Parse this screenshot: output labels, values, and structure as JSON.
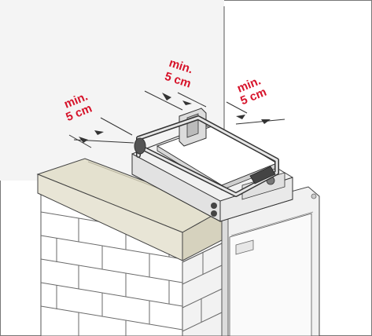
{
  "labels": {
    "clearance_left": {
      "line1": "min.",
      "line2": "5 cm"
    },
    "clearance_back": {
      "line1": "min.",
      "line2": "5 cm"
    },
    "clearance_right": {
      "line1": "min.",
      "line2": "5 cm"
    }
  },
  "colors": {
    "accent": "#d6132a",
    "wall": "#f3f3f3",
    "countertop": "#e4e1cf",
    "brick_line": "#6a6a6a",
    "appliance_body": "#f1f1f1",
    "outline": "#333333"
  },
  "icons": [
    "dimension-arrow-icon"
  ]
}
